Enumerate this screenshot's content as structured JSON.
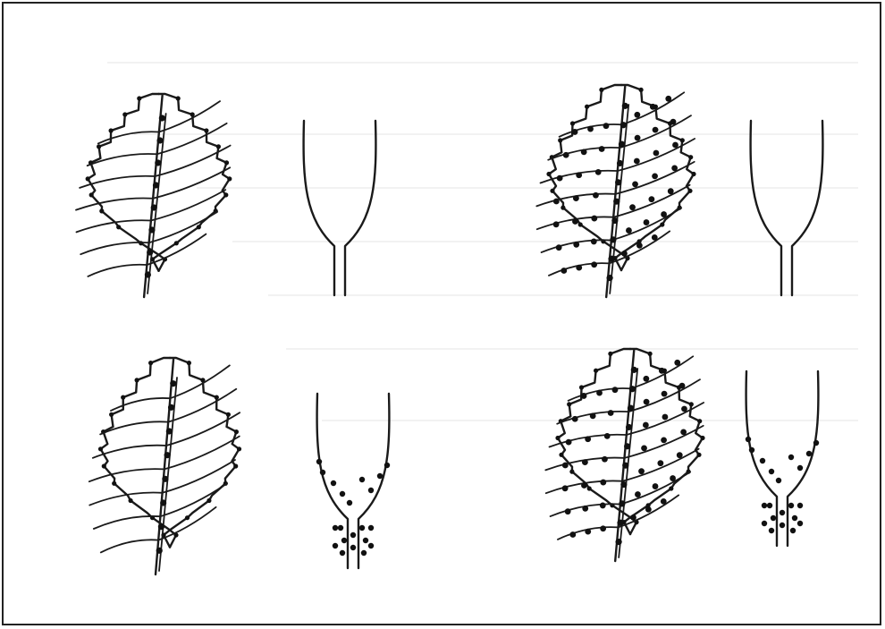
{
  "figure": {
    "panel_count": 4,
    "colors": {
      "ink": "#1a1a1a",
      "dot": "#111111",
      "frame": "#222222",
      "background": "#ffffff"
    },
    "panels": [
      {
        "id": "top-left",
        "leaf": "sparse-dots-on-midrib",
        "stem": "no-dots"
      },
      {
        "id": "top-right",
        "leaf": "dense-dots-on-all-veins",
        "stem": "no-dots"
      },
      {
        "id": "bottom-left",
        "leaf": "sparse-dots-on-midrib",
        "stem": "dots-at-base"
      },
      {
        "id": "bottom-right",
        "leaf": "dense-dots-on-all-veins",
        "stem": "dots-at-base"
      }
    ]
  }
}
